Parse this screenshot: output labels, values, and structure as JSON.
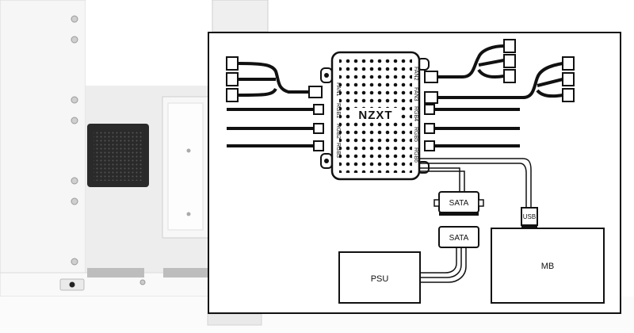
{
  "hub": {
    "brand": "NZXT",
    "left_ports": [
      "FAN1",
      "RGB1",
      "RGB2",
      "RGB3"
    ],
    "right_ports": [
      "FAN2",
      "FAN3",
      "RGB4",
      "RGB5",
      "RGB6"
    ]
  },
  "connectors": {
    "sata_hub_side": "SATA",
    "sata_psu_side": "SATA",
    "usb": "USB"
  },
  "components": {
    "psu": "PSU",
    "motherboard": "MB"
  },
  "colors": {
    "line": "#111111",
    "case_white": "#f4f4f4",
    "case_dark": "#2a2a2a"
  }
}
